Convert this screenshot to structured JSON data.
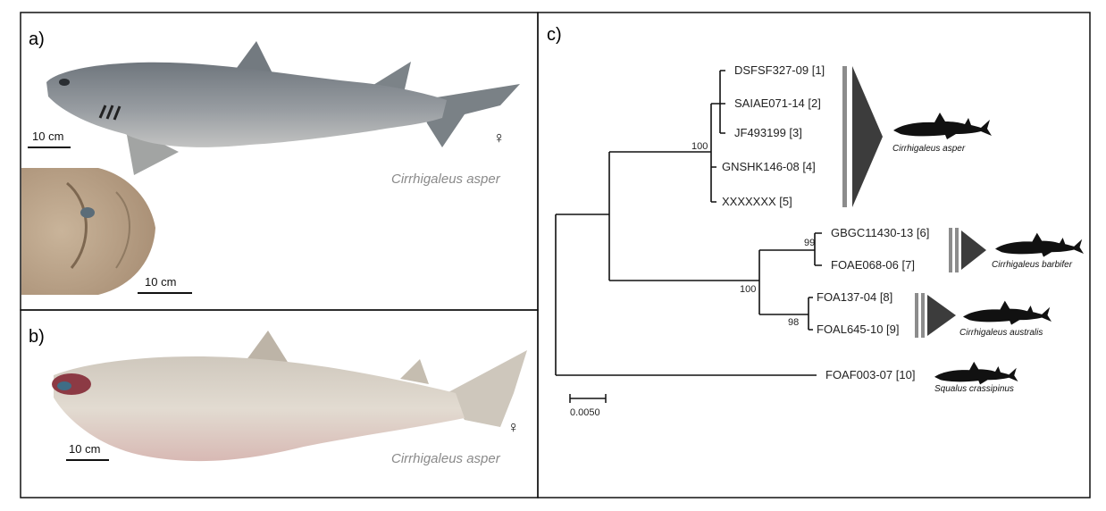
{
  "panels": {
    "a": {
      "letter": "a)",
      "species_label": "Cirrhigaleus asper",
      "scale_bar_label": "10 cm",
      "head_scale_bar_label": "10 cm",
      "sex_symbol": "♀"
    },
    "b": {
      "letter": "b)",
      "species_label": "Cirrhigaleus asper",
      "scale_bar_label": "10 cm",
      "sex_symbol": "♀"
    },
    "c": {
      "letter": "c)",
      "taxa": [
        "DSFSF327-09 [1]",
        "SAIAE071-14 [2]",
        "JF493199 [3]",
        "GNSHK146-08 [4]",
        "XXXXXXX [5]",
        "GBGC11430-13 [6]",
        "FOAE068-06 [7]",
        "FOA137-04 [8]",
        "FOAL645-10 [9]",
        "FOAF003-07 [10]"
      ],
      "bootstrap": {
        "asper_clade": "100",
        "barbifer_australis_clade": "100",
        "barbifer_pair": "99",
        "australis_pair": "98"
      },
      "clades": [
        {
          "species": "Cirrhigaleus asper"
        },
        {
          "species": "Cirrhigaleus barbifer"
        },
        {
          "species": "Cirrhigaleus australis"
        },
        {
          "species": "Squalus crassipinus"
        }
      ],
      "scale_bar_label": "0.0050"
    }
  },
  "colors": {
    "border": "#111111",
    "clade_triangle": "#3c3c3c",
    "clade_bar": "#8c8c8c",
    "silhouette": "#111111",
    "shark_a_body": "#8e949a",
    "shark_b_body": "#d9d2c8"
  }
}
